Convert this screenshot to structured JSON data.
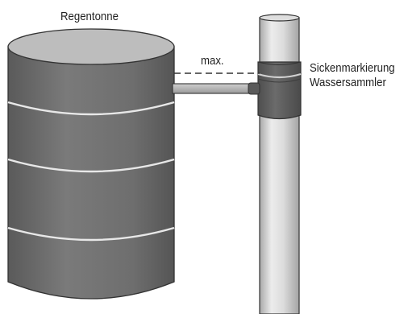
{
  "labels": {
    "barrel": "Regentonne",
    "max": "max.",
    "marking": "Sickenmarkierung",
    "collector": "Wassersammler"
  },
  "colors": {
    "barrel_body": "#6f6f6f",
    "barrel_top": "#bdbdbd",
    "ribs": "#e8e8e8",
    "pipe_light": "#e6e6e6",
    "pipe_shade": "#b9b9b9",
    "collector": "#5f5f5f",
    "outline": "#333333"
  }
}
